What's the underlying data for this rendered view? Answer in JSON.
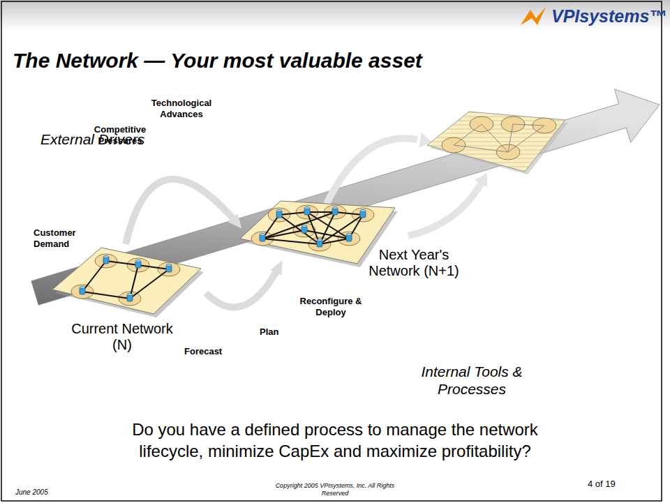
{
  "diagram": {
    "title": "The Network — Your most valuable asset",
    "nodes": [
      {
        "text": [
          "Current Network (N)"
        ]
      },
      {
        "text": [
          "Next Year's Network (N+1)"
        ]
      }
    ],
    "edges": [
      {
        "from": 0,
        "to": 1,
        "arrow": "to"
      },
      {
        "from": 0,
        "to": 1,
        "arrow": "to"
      }
    ],
    "labels": [
      "VPIsystems™",
      "External Drivers",
      "Technological Advances",
      "Competitive Pressures",
      "Customer Demand",
      "Forecast",
      "Plan",
      "Reconfigure & Deploy",
      "Internal Tools & Processes",
      "Do you have a defined process to manage the network lifecycle, minimize CapEx and maximize profitability?",
      "June 2005",
      "Copyright 2005 VPIsystems, Inc. All Rights Reserved",
      "4 of 19"
    ]
  }
}
